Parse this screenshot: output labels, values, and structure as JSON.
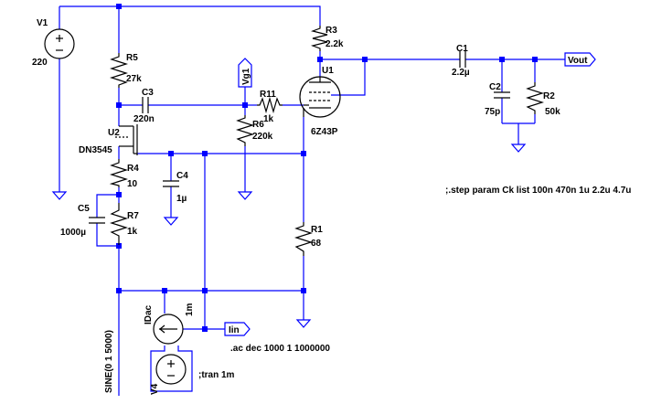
{
  "colors": {
    "wire": "#0000ff",
    "component": "#000000",
    "background": "#ffffff"
  },
  "components": {
    "V1": {
      "name": "V1",
      "value": "220"
    },
    "R3": {
      "name": "R3",
      "value": "2.2k"
    },
    "C1": {
      "name": "C1",
      "value": "2.2µ"
    },
    "R5": {
      "name": "R5",
      "value": "27k"
    },
    "C3": {
      "name": "C3",
      "value": "220n"
    },
    "U1": {
      "name": "U1",
      "value": "6Z43P"
    },
    "R11": {
      "name": "R11",
      "value": "1k"
    },
    "R6": {
      "name": "R6",
      "value": "220k"
    },
    "U2": {
      "name": "U2",
      "value": "DN3545"
    },
    "R4": {
      "name": "R4",
      "value": "10"
    },
    "C4": {
      "name": "C4",
      "value": "1µ"
    },
    "C5": {
      "name": "C5",
      "value": "1000µ"
    },
    "R7": {
      "name": "R7",
      "value": "1k"
    },
    "R1": {
      "name": "R1",
      "value": "68"
    },
    "C2": {
      "name": "C2",
      "value": "75p"
    },
    "R2": {
      "name": "R2",
      "value": "50k"
    },
    "IDac": {
      "name": "IDac",
      "value": "1m"
    },
    "V4": {
      "name": "V4",
      "value": "SINE(0 1 5000)"
    }
  },
  "nets": {
    "vg1": "Vg1",
    "vout": "Vout",
    "iin": "Iin"
  },
  "directives": {
    "step": ";.step param Ck list 100n 470n 1u 2.2u 4.7u",
    "ac": ".ac dec 1000 1 1000000",
    "tran": ";tran 1m"
  }
}
